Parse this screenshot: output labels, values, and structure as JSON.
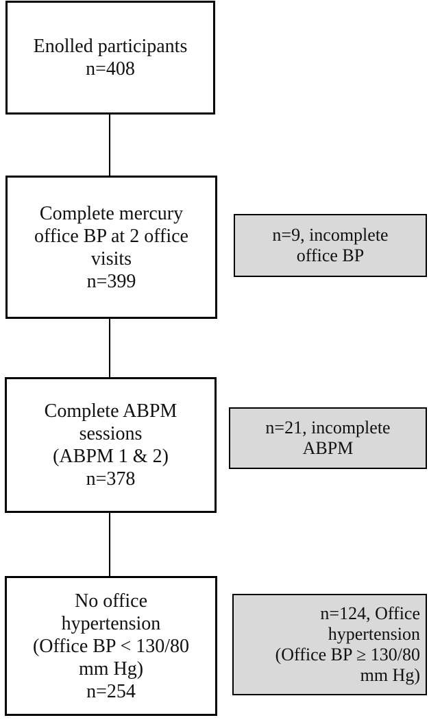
{
  "nodes": {
    "enrolled": [
      "Enolled participants",
      "n=408"
    ],
    "office_bp": [
      "Complete mercury",
      "office BP at 2 office",
      "visits",
      "n=399"
    ],
    "abpm": [
      "Complete ABPM",
      "sessions",
      "(ABPM 1 & 2)",
      "n=378"
    ],
    "no_htn": [
      "No office",
      "hypertension",
      "(Office BP < 130/80",
      "mm Hg)",
      "n=254"
    ]
  },
  "exclusions": {
    "office_bp": [
      "n=9, incomplete",
      "office BP"
    ],
    "abpm": [
      "n=21, incomplete",
      "ABPM"
    ],
    "htn": [
      "n=124, Office",
      "hypertension",
      "(Office BP ≥ 130/80",
      "mm Hg)"
    ]
  }
}
